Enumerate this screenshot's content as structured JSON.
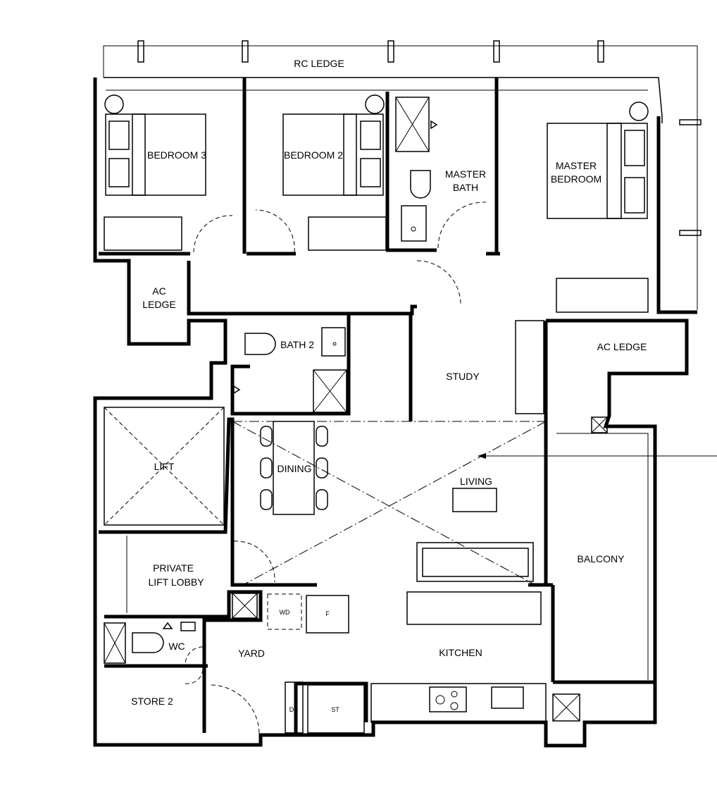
{
  "plan": {
    "rooms": {
      "rc_ledge": "RC LEDGE",
      "bedroom3": "BEDROOM 3",
      "bedroom2": "BEDROOM 2",
      "master_bath_1": "MASTER",
      "master_bath_2": "BATH",
      "master_bedroom_1": "MASTER",
      "master_bedroom_2": "BEDROOM",
      "ac_ledge_left_1": "AC",
      "ac_ledge_left_2": "LEDGE",
      "bath2": "BATH 2",
      "study": "STUDY",
      "ac_ledge_right": "AC LEDGE",
      "lift": "LIFT",
      "dining": "DINING",
      "living": "LIVING",
      "private_lift_lobby_1": "PRIVATE",
      "private_lift_lobby_2": "LIFT LOBBY",
      "balcony": "BALCONY",
      "wd": "WD",
      "fridge": "F",
      "wc": "WC",
      "yard": "YARD",
      "kitchen": "KITCHEN",
      "store2": "STORE 2",
      "db": "DB",
      "st": "ST"
    }
  }
}
